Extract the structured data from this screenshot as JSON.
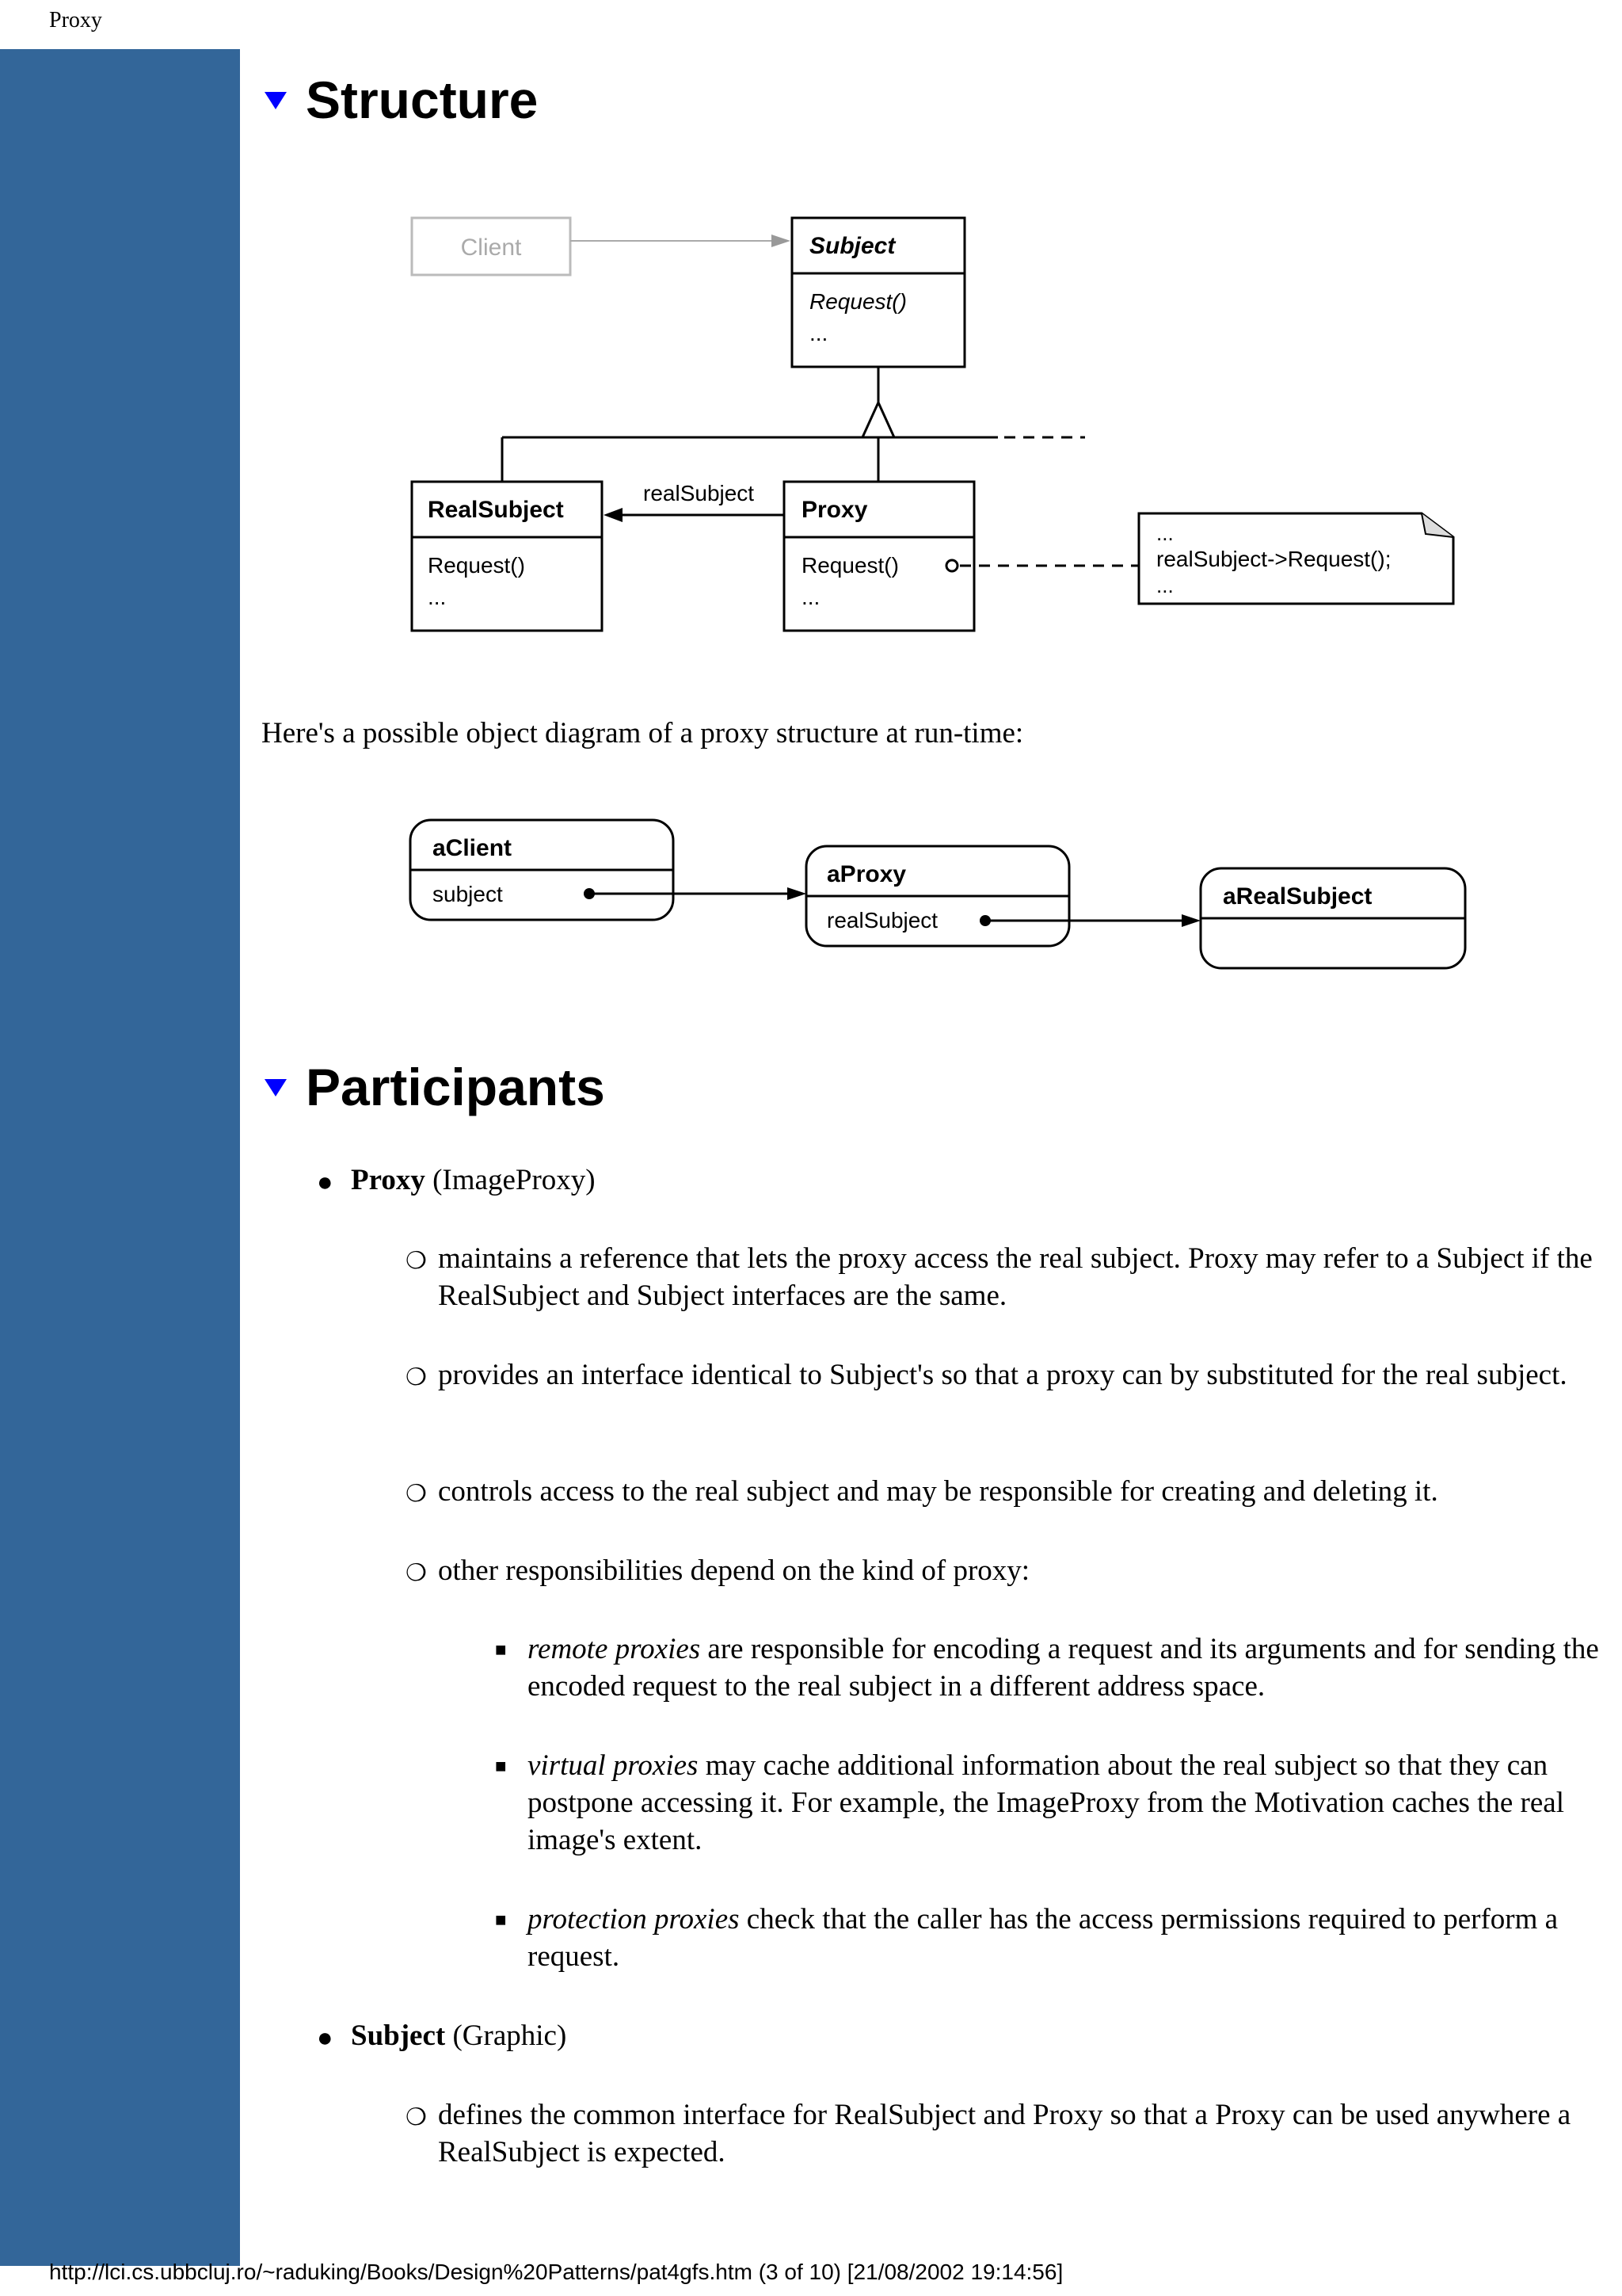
{
  "header": {
    "title": "Proxy"
  },
  "sections": {
    "structure": {
      "title": "Structure"
    },
    "participants": {
      "title": "Participants"
    }
  },
  "class_diagram": {
    "client": "Client",
    "subject": {
      "name": "Subject",
      "op": "Request()",
      "more": "..."
    },
    "real_subject": {
      "name": "RealSubject",
      "op": "Request()",
      "more": "..."
    },
    "proxy": {
      "name": "Proxy",
      "op": "Request()",
      "more": "..."
    },
    "association_label": "realSubject",
    "note": {
      "line1": "...",
      "line2": "realSubject->Request();",
      "line3": "..."
    }
  },
  "intro_text": "Here's a possible object diagram of a proxy structure at run-time:",
  "object_diagram": {
    "client": {
      "name": "aClient",
      "field": "subject"
    },
    "proxy": {
      "name": "aProxy",
      "field": "realSubject"
    },
    "real_subject": {
      "name": "aRealSubject"
    }
  },
  "participants": [
    {
      "name": "Proxy",
      "example": "(ImageProxy)",
      "items": [
        {
          "text": "maintains a reference that lets the proxy access the real subject. Proxy may refer to a Subject if the RealSubject and Subject interfaces are the same."
        },
        {
          "text": "provides an interface identical to Subject's so that a proxy can by substituted for the real subject."
        },
        {
          "text": "controls access to the real subject and may be responsible for creating and deleting it."
        },
        {
          "text": "other responsibilities depend on the kind of proxy:"
        }
      ],
      "sub_items": [
        {
          "term": "remote proxies",
          "text": " are responsible for encoding a request and its arguments and for sending the encoded request to the real subject in a different address space."
        },
        {
          "term": "virtual proxies",
          "text": " may cache additional information about the real subject so that they can postpone accessing it. For example, the ImageProxy from the Motivation caches the real image's extent."
        },
        {
          "term": "protection proxies",
          "text": " check that the caller has the access permissions required to perform a request."
        }
      ]
    },
    {
      "name": "Subject",
      "example": "(Graphic)",
      "items": [
        {
          "text": "defines the common interface for RealSubject and Proxy so that a Proxy can be used anywhere a RealSubject is expected."
        }
      ]
    }
  ],
  "footer": {
    "text": "http://lci.cs.ubbcluj.ro/~raduking/Books/Design%20Patterns/pat4gfs.htm (3 of 10) [21/08/2002 19:14:56]"
  },
  "colors": {
    "sidebar": "#336699",
    "triangle": "#0000ff"
  },
  "icons": {
    "section_toggle": "triangle-down-icon",
    "list_bullet": "disc",
    "sub_bullet": "circle",
    "sub_sub_bullet": "square"
  }
}
